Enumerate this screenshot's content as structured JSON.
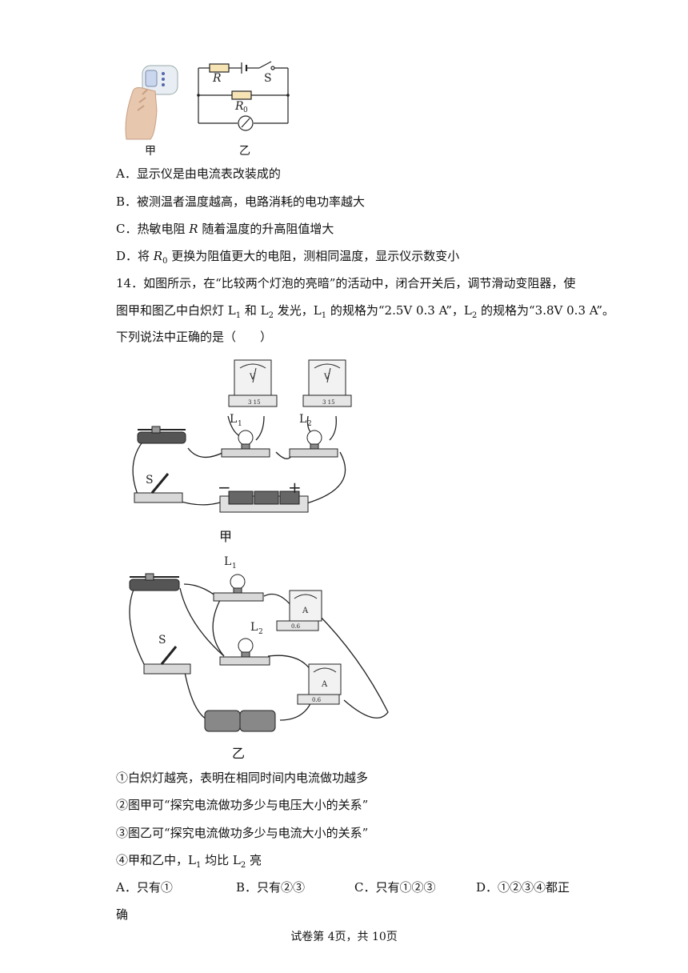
{
  "figure_top": {
    "circuit_labels": {
      "R": "R",
      "S": "S",
      "R0_main": "R",
      "R0_sub": "0"
    },
    "captions": {
      "left": "甲",
      "right": "乙"
    }
  },
  "q13_options": {
    "A": "A．显示仪是由电流表改装成的",
    "B": "B．被测温者温度越高，电路消耗的电功率越大",
    "C_pre": "C．热敏电阻 ",
    "C_var": "R",
    "C_post": " 随着温度的升高阻值增大",
    "D_pre": "D．将 ",
    "D_var": "R",
    "D_sub": "0",
    "D_post": " 更换为阻值更大的电阻，测相同温度，显示仪示数变小"
  },
  "q14": {
    "line1": "14．如图所示，在“比较两个灯泡的亮暗”的活动中，闭合开关后，调节滑动变阻器，使",
    "line2_a": "图甲和图乙中白炽灯 L",
    "line2_sub1": "1",
    "line2_b": " 和 L",
    "line2_sub2": "2",
    "line2_c": " 发光，L",
    "line2_sub3": "1",
    "line2_d": " 的规格为“2.5V 0.3 A”，L",
    "line2_sub4": "2",
    "line2_e": " 的规格为“3.8V 0.3 A”。",
    "line3": "下列说法中正确的是（　　）"
  },
  "figure_jia": {
    "L1": "L",
    "L1_sub": "1",
    "L2": "L",
    "L2_sub": "2",
    "S": "S",
    "minus": "−",
    "plus": "+",
    "caption": "甲",
    "meter_letter": "V",
    "scale": "3  15"
  },
  "figure_yi": {
    "L1": "L",
    "L1_sub": "1",
    "L2": "L",
    "L2_sub": "2",
    "S": "S",
    "caption": "乙",
    "meter_letter": "A",
    "scale": "0.6"
  },
  "statements": {
    "s1": "①白炽灯越亮，表明在相同时间内电流做功越多",
    "s2": "②图甲可“探究电流做功多少与电压大小的关系”",
    "s3": "③图乙可“探究电流做功多少与电流大小的关系”",
    "s4_a": "④甲和乙中，L",
    "s4_sub1": "1",
    "s4_b": " 均比 L",
    "s4_sub2": "2",
    "s4_c": " 亮"
  },
  "q14_options": {
    "A": "A．只有①",
    "B": "B．只有②③",
    "C": "C．只有①②③",
    "D": "D．①②③④都正",
    "D_cont": "确"
  },
  "footer": "试卷第 4页，共 10页"
}
